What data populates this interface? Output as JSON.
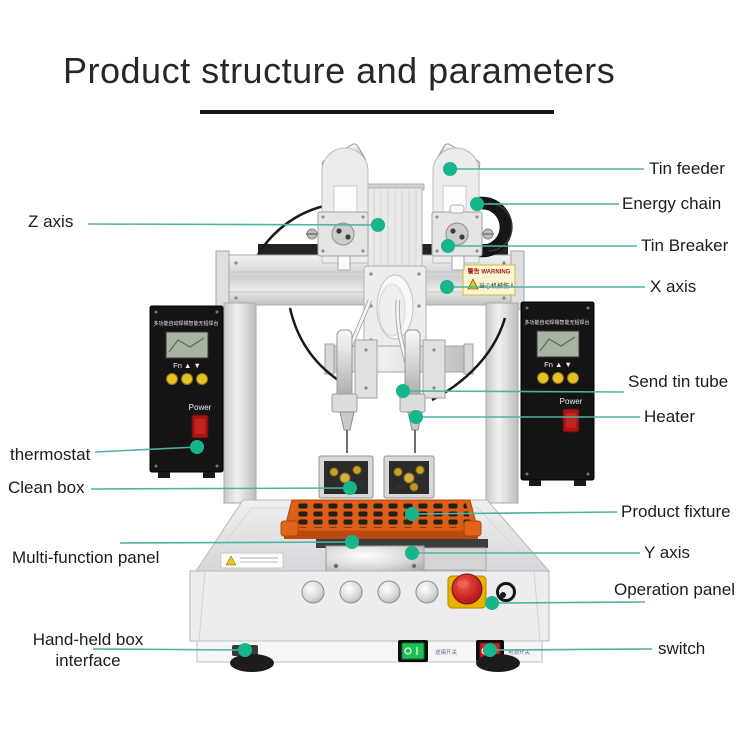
{
  "title": "Product structure and parameters",
  "callouts": {
    "tin_feeder": {
      "label": "Tin feeder"
    },
    "energy_chain": {
      "label": "Energy chain"
    },
    "tin_breaker": {
      "label": "Tin Breaker"
    },
    "x_axis": {
      "label": "X axis"
    },
    "z_axis": {
      "label": "Z axis"
    },
    "send_tin_tube": {
      "label": "Send tin tube"
    },
    "heater": {
      "label": "Heater"
    },
    "thermostat": {
      "label": "thermostat"
    },
    "clean_box": {
      "label": "Clean box"
    },
    "product_fixture": {
      "label": "Product fixture"
    },
    "multi_function": {
      "label": "Multi-function panel"
    },
    "y_axis": {
      "label": "Y axis"
    },
    "operation_panel": {
      "label": "Operation panel"
    },
    "hand_held": {
      "label_line1": "Hand-held box",
      "label_line2": "interface"
    },
    "switch": {
      "label": "switch"
    }
  },
  "machine": {
    "panel_header": "多功能自动焊锡智能无铅焊台",
    "panel_keys": "Fn  ▲  ▼",
    "panel_power": "Power",
    "warning_title": "警告 WARNING",
    "warning_text": "当心机械伤人",
    "switch_green_label": "送锡开关",
    "switch_red_label": "电源开关"
  },
  "colors": {
    "callout_line": "#4fb3a0",
    "callout_dot": "#16b68c",
    "fixture_orange": "#dd5f17",
    "estop_red": "#c32020",
    "estop_collar_yellow": "#e6b400",
    "switch_green": "#1fc153",
    "switch_red": "#d01f1f",
    "panel_black": "#141414",
    "panel_button_yellow": "#e7c227"
  }
}
